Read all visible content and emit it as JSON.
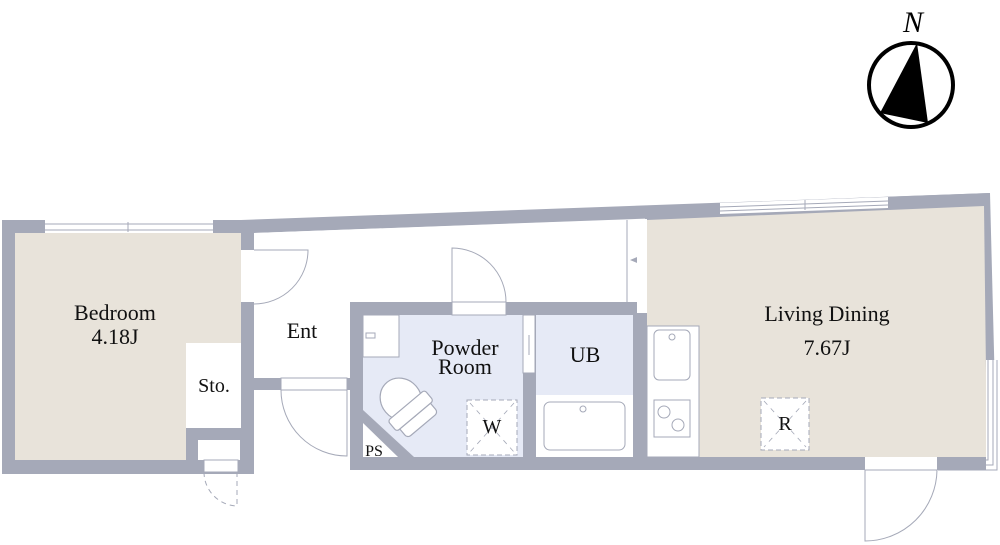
{
  "colors": {
    "wall": "#a5a9b8",
    "room_floor": "#e8e3da",
    "wet_floor": "#e6eaf6",
    "line": "#a5a9b8",
    "text": "#111111",
    "compass": "#000000"
  },
  "compass": {
    "label": "N",
    "icon": "north-arrow-icon"
  },
  "rooms": {
    "bedroom": {
      "name": "Bedroom",
      "area": "4.18J"
    },
    "storage": {
      "name": "Sto."
    },
    "entrance": {
      "name": "Ent"
    },
    "powder_room": {
      "name_line1": "Powder",
      "name_line2": "Room"
    },
    "unit_bath": {
      "name": "UB"
    },
    "washer": {
      "name": "W"
    },
    "pipe_space": {
      "name": "PS"
    },
    "living_dining": {
      "name": "Living Dining",
      "area": "7.67J"
    },
    "refrigerator": {
      "name": "R"
    }
  }
}
